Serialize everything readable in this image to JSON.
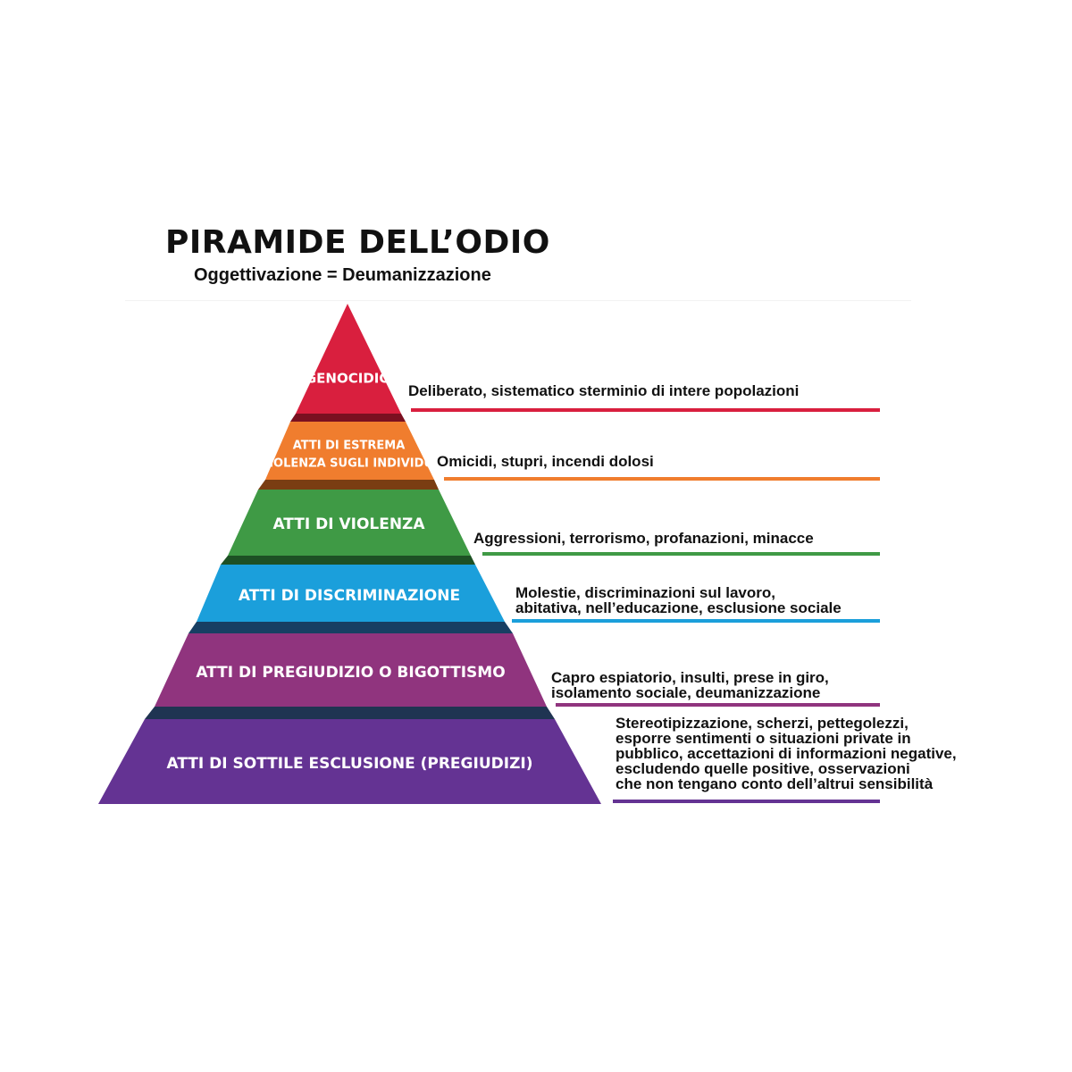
{
  "title": "PIRAMIDE DELL’ODIO",
  "subtitle": "Oggettivazione = Deumanizzazione",
  "tiers": [
    {
      "label_lines": [
        "GENOCIDIO"
      ],
      "description": "Deliberato, sistematico sterminio di intere popolazioni",
      "color": "#d91f3e",
      "side_color": "#7a1020"
    },
    {
      "label_lines": [
        "ATTI DI ESTREMA",
        "VIOLENZA SUGLI INDIVIDUI"
      ],
      "description": "Omicidi, stupri, incendi dolosi",
      "color": "#f07d2e",
      "side_color": "#7a3d12"
    },
    {
      "label_lines": [
        "ATTI DI VIOLENZA"
      ],
      "description": "Aggressioni, terrorismo, profanazioni, minacce",
      "color": "#3f9a45",
      "side_color": "#1d5024"
    },
    {
      "label_lines": [
        "ATTI DI DISCRIMINAZIONE"
      ],
      "description": "Molestie, discriminazioni sul lavoro,\nabitativa, nell’educazione, esclusione sociale",
      "color": "#1b9fdb",
      "side_color": "#173f63"
    },
    {
      "label_lines": [
        "ATTI DI PREGIUDIZIO O BIGOTTISMO"
      ],
      "description": "Capro espiatorio, insulti, prese in giro,\nisolamento sociale, deumanizzazione",
      "color": "#90347e",
      "side_color": "#1f3452"
    },
    {
      "label_lines": [
        "ATTI DI SOTTILE ESCLUSIONE (PREGIUDIZI)"
      ],
      "description": "Stereotipizzazione, scherzi, pettegolezzi,\nesporre sentimenti o situazioni private in\npubblico, accettazioni di informazioni negative,\nescludendo quelle positive, osservazioni\nche non tengano conto dell’altrui sensibilità",
      "color": "#643393",
      "side_color": "#3a2060"
    }
  ]
}
